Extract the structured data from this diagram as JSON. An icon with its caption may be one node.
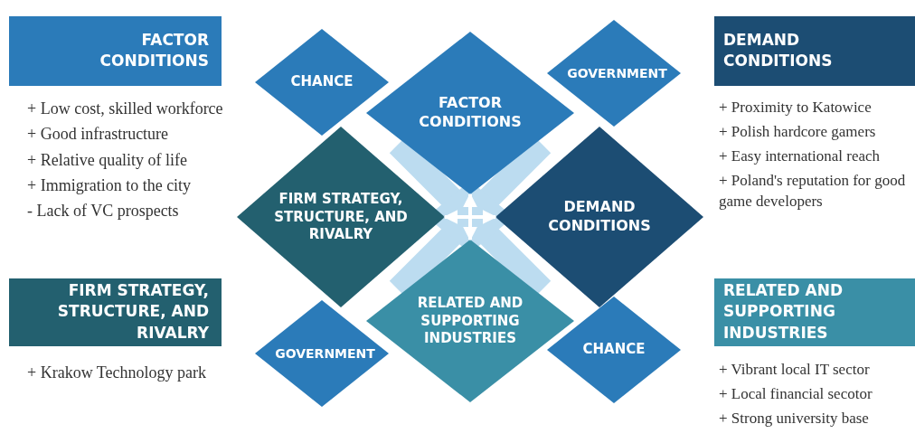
{
  "diagram": {
    "nodes": [
      {
        "text": [
          "FACTOR CONDITIONS"
        ],
        "beside": [
          "+ Low cost, skilled workforce",
          "+ Good infrastructure",
          "+ Relative quality of life",
          "+ Immigration to the city",
          "- Lack of VC prospects"
        ]
      },
      {
        "text": [
          "CHANCE"
        ]
      },
      {
        "text": [
          "FACTOR CONDITIONS"
        ]
      },
      {
        "text": [
          "GOVERNMENT"
        ]
      },
      {
        "text": [
          "DEMAND CONDITIONS"
        ],
        "beside": [
          "+ Proximity to Katowice",
          "+ Polish hardcore gamers",
          "+ Easy international reach",
          "+ Poland's reputation for good game developers"
        ]
      },
      {
        "text": [
          "FIRM STRATEGY, STRUCTURE, AND RIVALRY"
        ]
      },
      {
        "text": [
          "DEMAND CONDITIONS"
        ]
      },
      {
        "text": [
          "FIRM STRATEGY, STRUCTURE, AND RIVALRY"
        ],
        "beside": [
          "+ Krakow Technology park"
        ]
      },
      {
        "text": [
          "RELATED AND SUPPORTING INDUSTRIES"
        ]
      },
      {
        "text": [
          "RELATED AND SUPPORTING INDUSTRIES"
        ],
        "beside": [
          "+ Vibrant local IT sector",
          "+ Local financial secotor",
          "+ Strong university base"
        ]
      },
      {
        "text": [
          "GOVERNMENT"
        ]
      },
      {
        "text": [
          "CHANCE"
        ]
      }
    ],
    "edges": [
      {
        "from": 2,
        "to": 8,
        "arrow": "both"
      },
      {
        "from": 5,
        "to": 6,
        "arrow": "both"
      }
    ]
  }
}
